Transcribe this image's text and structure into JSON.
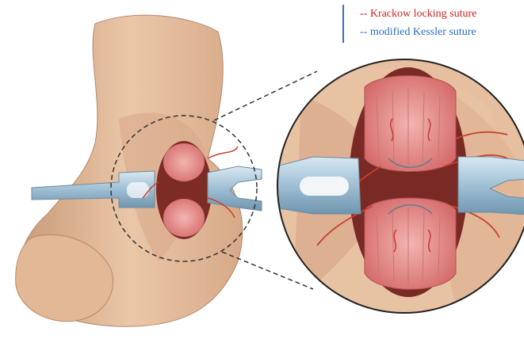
{
  "legend": {
    "items": [
      {
        "label": "-- Krackow locking suture",
        "color": "#d2231f"
      },
      {
        "label": "-- modified Kessler suture",
        "color": "#2a6fbf"
      }
    ],
    "bar_color": "#3a6fb5"
  },
  "illustration": {
    "elements": [
      "ankle-leg",
      "heel",
      "retractor-left",
      "retractor-right",
      "tendon-upper",
      "tendon-lower",
      "zoom-circle",
      "callout-lines"
    ]
  }
}
